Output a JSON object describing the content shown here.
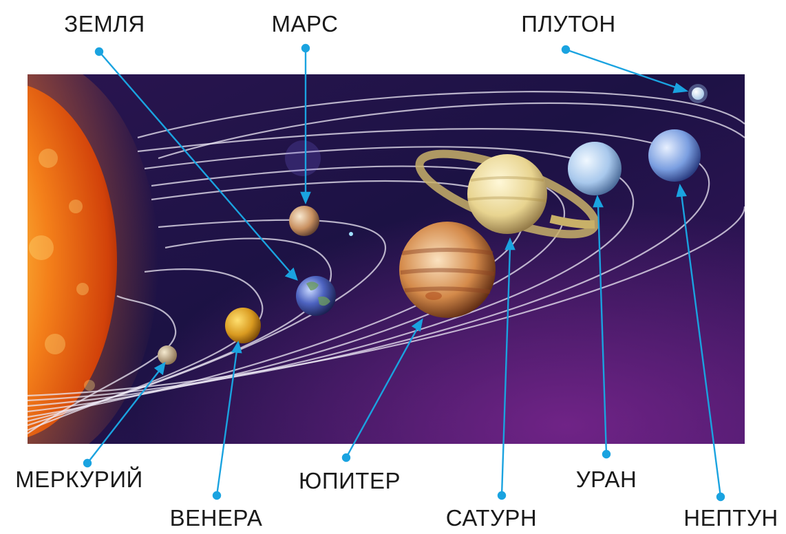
{
  "planets": {
    "mercury": {
      "name": "МЕРКУРИЙ"
    },
    "venus": {
      "name": "ВЕНЕРА"
    },
    "earth": {
      "name": "ЗЕМЛЯ"
    },
    "mars": {
      "name": "МАРС"
    },
    "jupiter": {
      "name": "ЮПИТЕР"
    },
    "saturn": {
      "name": "САТУРН"
    },
    "uranus": {
      "name": "УРАН"
    },
    "neptune": {
      "name": "НЕПТУН"
    },
    "pluto": {
      "name": "ПЛУТОН"
    }
  },
  "colors": {
    "space_dark": "#1b1240",
    "space_purple": "#4a1d6e",
    "sun": "#f07a10",
    "leader": "#1aa3e0",
    "label": "#1a1a1a",
    "orbit": "#e8e4f0"
  }
}
